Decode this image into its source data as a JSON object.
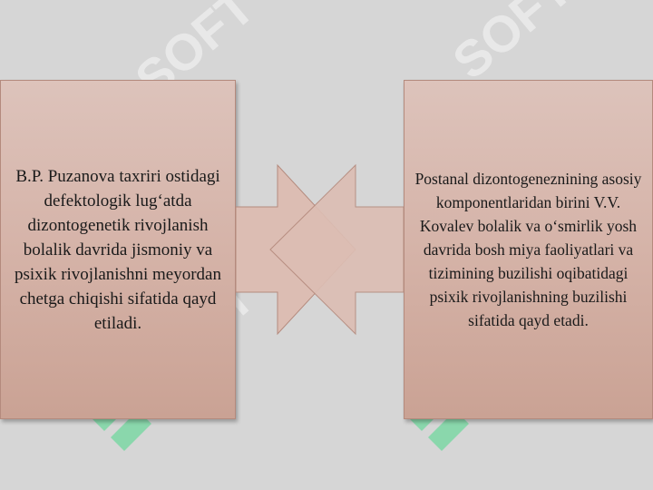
{
  "left_box": {
    "text": "B.P. Puzanova taxriri ostidagi defektologik lug‘atda dizontogenetik rivojlanish bolalik davrida jismoniy va psixik rivojlanishni meyordan chetga chiqishi sifatida qayd etiladi."
  },
  "right_box": {
    "text": "Postanal dizontogeneznining asosiy komponentlaridan birini V.V. Kovalev bolalik va o‘smirlik yosh davrida bosh miya faoliyatlari va tizimining buzilishi oqibatidagi psixik rivojlanishning buzilishi sifatida qayd etadi."
  },
  "watermark": {
    "text": "SOFT",
    "icon": "soft-logo-icon",
    "color": "#4cd98a"
  },
  "colors": {
    "background": "#d6d6d6",
    "box_fill": "#d5b3a8",
    "arrow_fill": "#dcbdb3",
    "arrow_stroke": "#b48a7d"
  }
}
